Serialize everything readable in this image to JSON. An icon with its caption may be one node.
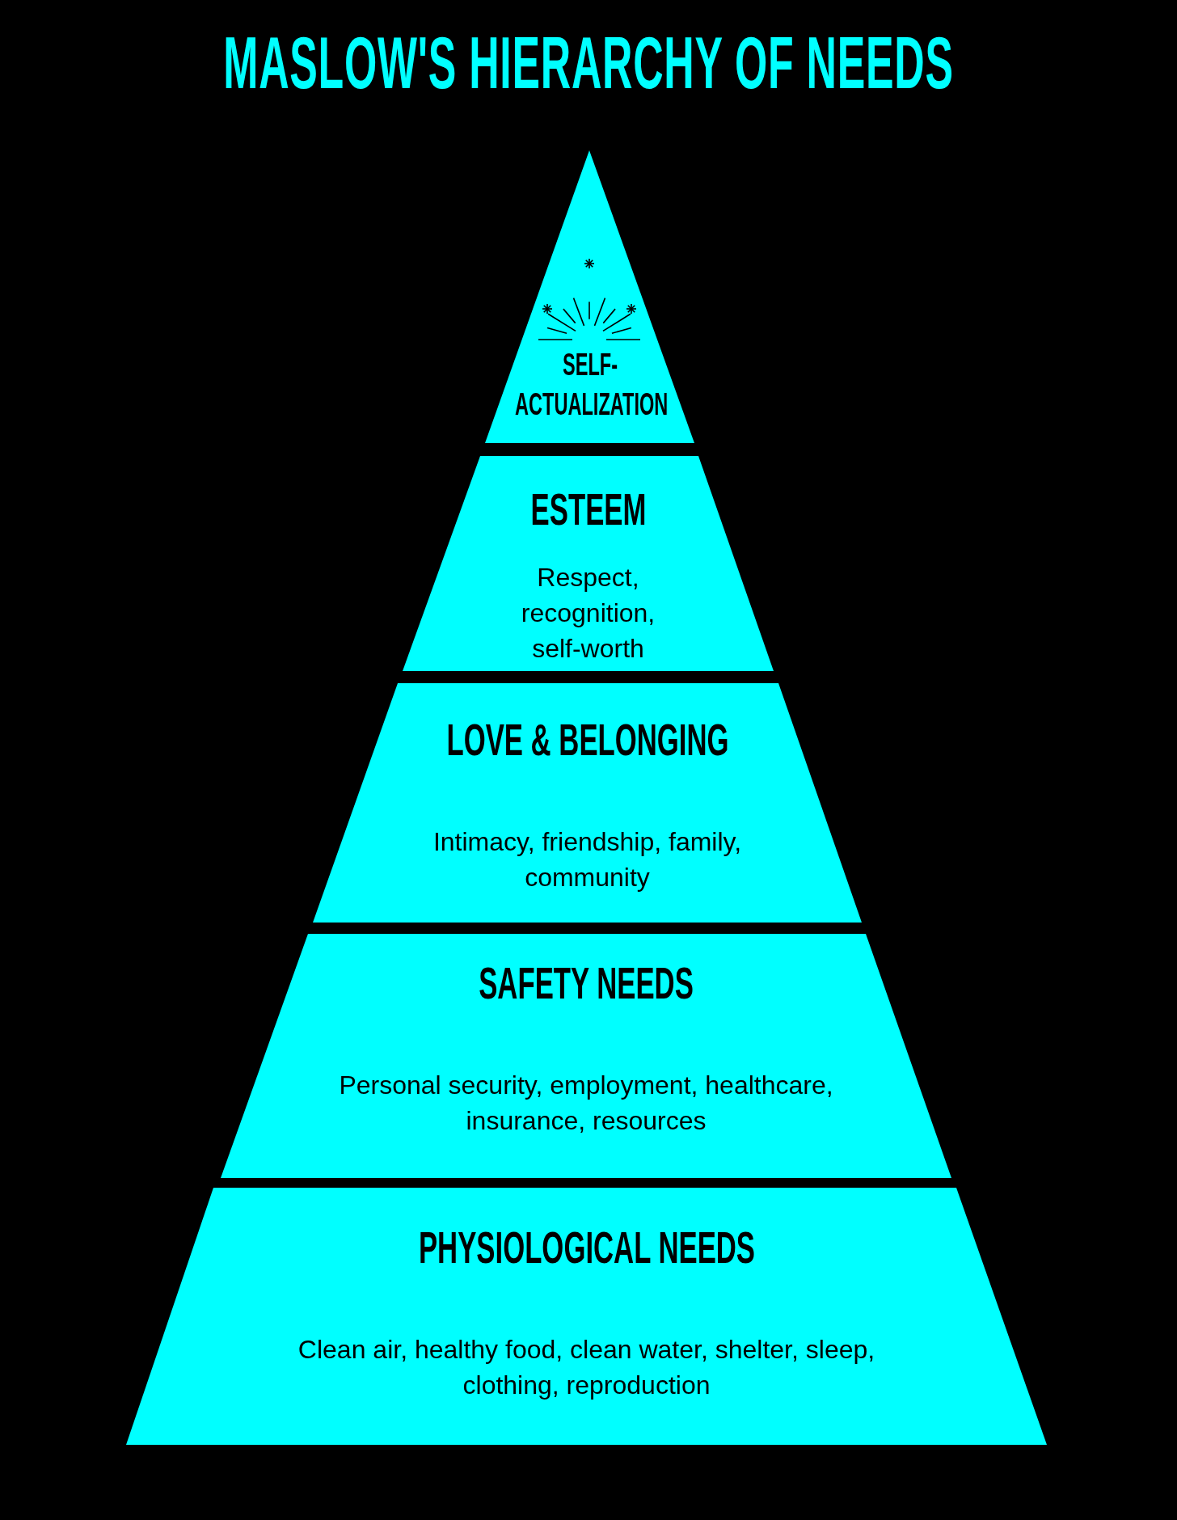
{
  "diagram": {
    "title": "MASLOW'S HIERARCHY OF NEEDS",
    "nodes": [
      {
        "text": [
          "SELF-ACTUALIZATION"
        ]
      },
      {
        "text": [
          "ESTEEM",
          "Respect, recognition, self-worth"
        ]
      },
      {
        "text": [
          "LOVE & BELONGING",
          "Intimacy, friendship, family, community"
        ]
      },
      {
        "text": [
          "SAFETY NEEDS",
          "Personal security, employment, healthcare, insurance, resources"
        ]
      },
      {
        "text": [
          "PHYSIOLOGICAL NEEDS",
          "Clean air, healthy food, clean water, shelter, sleep, clothing, reproduction"
        ]
      }
    ]
  }
}
